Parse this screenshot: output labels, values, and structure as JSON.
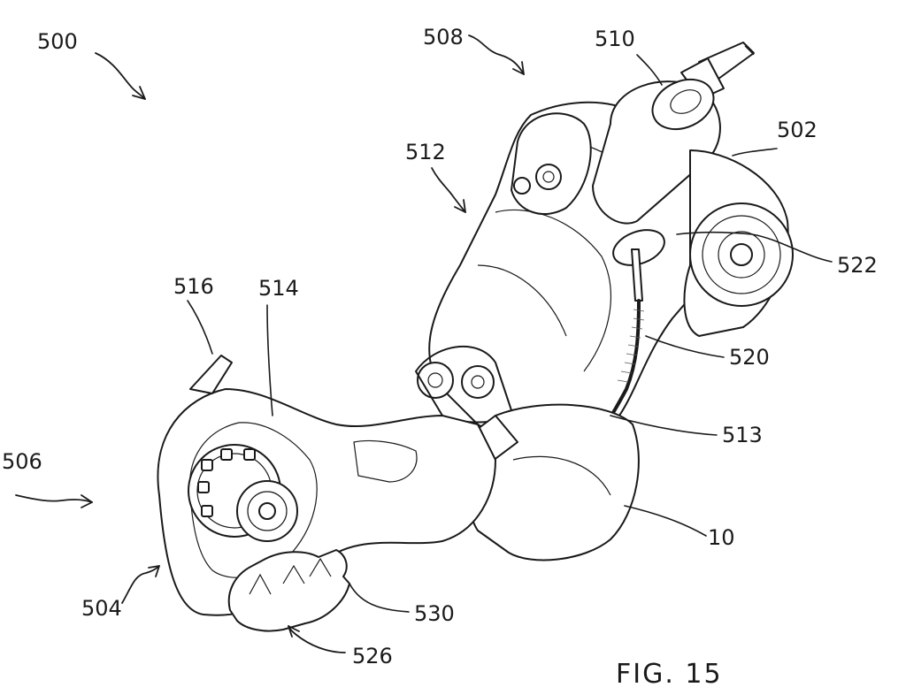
{
  "figure": {
    "caption": "FIG. 15",
    "labels": {
      "l500": "500",
      "l508": "508",
      "l510": "510",
      "l502": "502",
      "l512": "512",
      "l522": "522",
      "l516": "516",
      "l514": "514",
      "l520": "520",
      "l506": "506",
      "l513": "513",
      "l10": "10",
      "l504": "504",
      "l530": "530",
      "l526": "526"
    }
  },
  "colors": {
    "line": "#1a1a1a",
    "background": "#ffffff"
  }
}
